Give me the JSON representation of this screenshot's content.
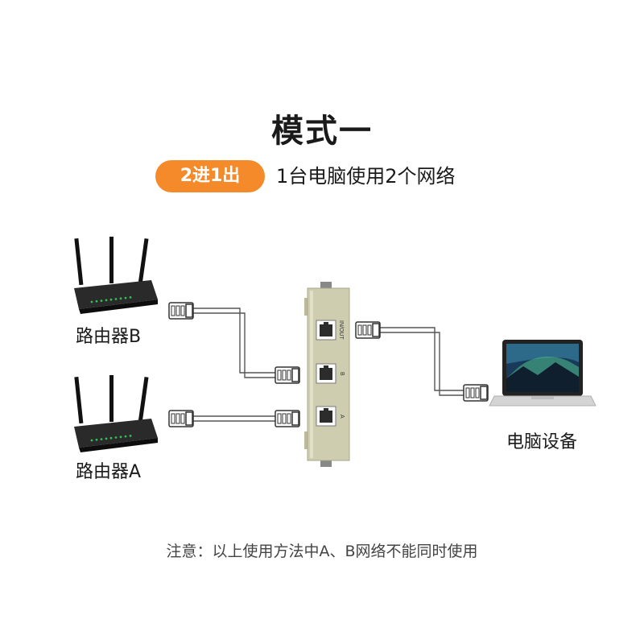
{
  "title": "模式一",
  "badge": "2进1出",
  "subtitle": "1台电脑使用2个网络",
  "devices": {
    "router_b": "路由器B",
    "router_a": "路由器A",
    "computer": "电脑设备"
  },
  "switch_ports": {
    "in_out": "IN/OUT",
    "b": "B",
    "a": "A"
  },
  "note": "注意：以上使用方法中A、B网络不能同时使用",
  "colors": {
    "accent": "#f58a2a",
    "switch_body": "#cfcdb0",
    "router": "#1e1e1e",
    "cable": "#555555"
  },
  "icons": [
    "router-icon",
    "network-switch-icon",
    "laptop-icon",
    "rj45-connector-icon"
  ]
}
